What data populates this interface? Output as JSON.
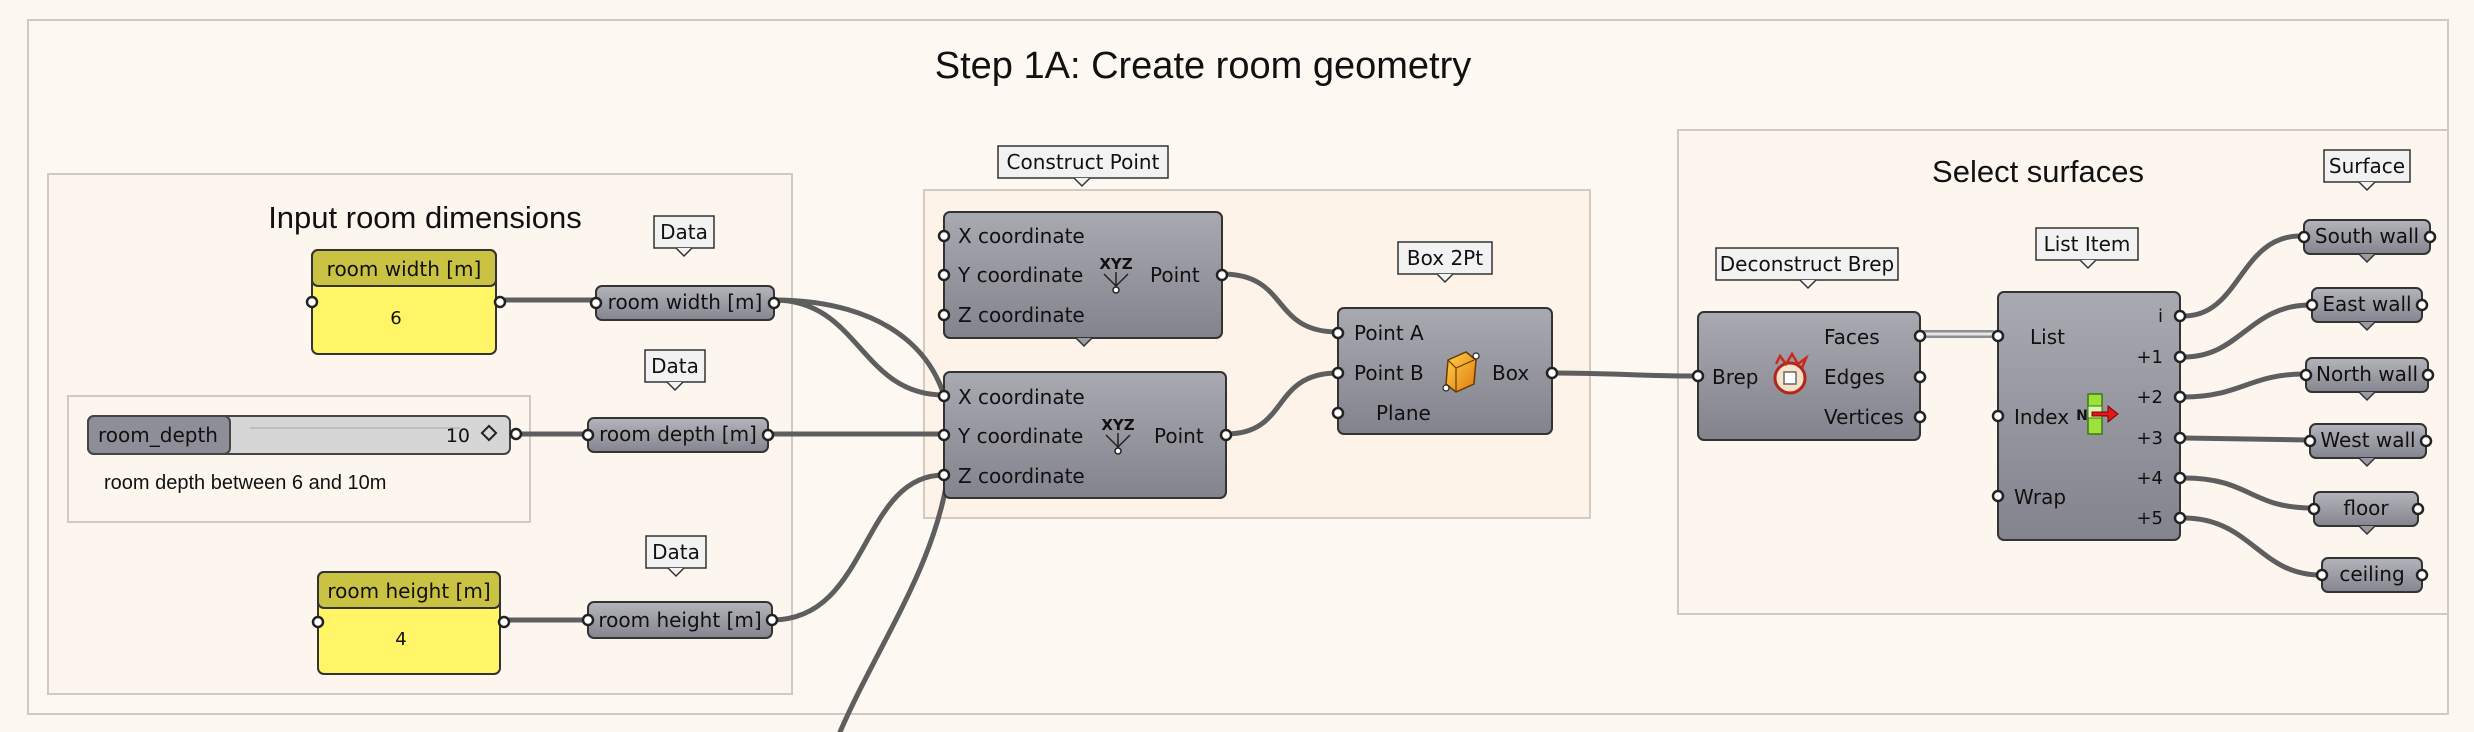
{
  "title": "Step 1A: Create room geometry",
  "groups": {
    "inputs_title": "Input room dimensions",
    "select_title": "Select surfaces"
  },
  "inputs": {
    "width_panel": {
      "label": "room width [m]",
      "value": "6"
    },
    "height_panel": {
      "label": "room height [m]",
      "value": "4"
    },
    "depth_slider": {
      "label": "room_depth",
      "value": "10",
      "note": "room depth between 6 and 10m"
    }
  },
  "data_params": {
    "tag": "Data",
    "width": "room width [m]",
    "depth": "room depth [m]",
    "height": "room height [m]"
  },
  "construct_point": {
    "tag": "Construct Point",
    "inputs": [
      "X coordinate",
      "Y coordinate",
      "Z coordinate"
    ],
    "output": "Point",
    "icon_text": "XYZ"
  },
  "box2pt": {
    "tag": "Box 2Pt",
    "inputs": [
      "Point A",
      "Point B",
      "Plane"
    ],
    "output": "Box"
  },
  "deconstruct_brep": {
    "tag": "Deconstruct Brep",
    "input": "Brep",
    "outputs": [
      "Faces",
      "Edges",
      "Vertices"
    ]
  },
  "list_item": {
    "tag": "List Item",
    "inputs": [
      "List",
      "Index",
      "Wrap"
    ],
    "outputs": [
      "i",
      "+1",
      "+2",
      "+3",
      "+4",
      "+5"
    ],
    "icon_text": "N"
  },
  "surfaces": {
    "tag": "Surface",
    "items": [
      "South wall",
      "East wall",
      "North wall",
      "West wall",
      "floor",
      "ceiling"
    ]
  },
  "colors": {
    "background": "#fcf7f0",
    "group_fill": "#fbf5ef",
    "wire": "#5e5e5e",
    "component": "#8e8e98",
    "panel_yellow": "#fff567",
    "panel_header": "#c9c243"
  }
}
